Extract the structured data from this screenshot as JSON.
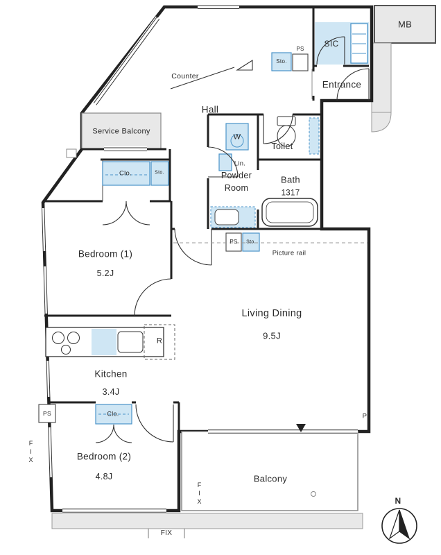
{
  "plan": {
    "rooms": {
      "mb": "MB",
      "sic": "SIC",
      "entrance": "Entrance",
      "hall": "Hall",
      "service_balcony": "Service Balcony",
      "toilet": "Toilet",
      "powder_room_line1": "Powder",
      "powder_room_line2": "Room",
      "bath": "Bath",
      "bath_size": "1317",
      "bedroom1": "Bedroom (1)",
      "bedroom1_size": "5.2J",
      "living_dining": "Living Dining",
      "living_dining_size": "9.5J",
      "kitchen": "Kitchen",
      "kitchen_size": "3.4J",
      "bedroom2": "Bedroom (2)",
      "bedroom2_size": "4.8J",
      "balcony": "Balcony"
    },
    "fixtures": {
      "counter": "Counter",
      "washer": "W",
      "linen": "Lin.",
      "closet": "Clo.",
      "storage": "Sto.",
      "pipe_space": "PS",
      "refrigerator": "R",
      "picture_rail": "Picture rail",
      "pillar": "P",
      "fixed_window": "FIX",
      "north": "N"
    },
    "colors": {
      "storage_fill": "#cfe6f4",
      "storage_stroke": "#4a93c8",
      "wall": "#222222",
      "exterior_fill": "#e8e8e8"
    }
  }
}
